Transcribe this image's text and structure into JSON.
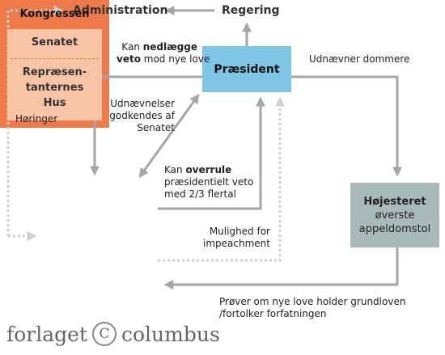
{
  "header": {
    "administration": "Administration",
    "regering": "Regering"
  },
  "boxes": {
    "president": "Præsident",
    "supreme_court_title": "Højesteret",
    "supreme_court_line1": "øverste",
    "supreme_court_line2": "appeldomstol",
    "congress": "Kongressen",
    "senate": "Senatet",
    "house_line1": "Repræsen-",
    "house_line2": "tanternes",
    "house_line3": "Hus"
  },
  "labels": {
    "veto_prefix": "Kan ",
    "veto_bold": "nedlægge",
    "veto_line2_bold": "veto",
    "veto_line2_rest": " mod nye love",
    "appoints_judges": "Udnævner dommere",
    "appointments_line1": "Udnævnelser",
    "appointments_line2": "godkendes af",
    "appointments_line3": "Senatet",
    "hearings": "Høringer",
    "override_prefix": "Kan ",
    "override_bold": "overrule",
    "override_line2": "præsidentielt veto",
    "override_line3": "med 2/3 flertal",
    "impeachment_line1": "Mulighed for",
    "impeachment_line2": "impeachment",
    "review_line1": "Prøver om nye love holder grundloven",
    "review_line2": "/fortolker forfatningen"
  },
  "logo": {
    "left": "forlaget",
    "mark": "C",
    "right": "columbus"
  },
  "colors": {
    "president": "#7fc6e6",
    "supreme_court": "#a9bbb8",
    "congress_outer": "#ee7a4a",
    "congress_inner": "#f7c4a6",
    "arrow": "#a6a6a6",
    "dotted_arrow": "#cccccc"
  }
}
